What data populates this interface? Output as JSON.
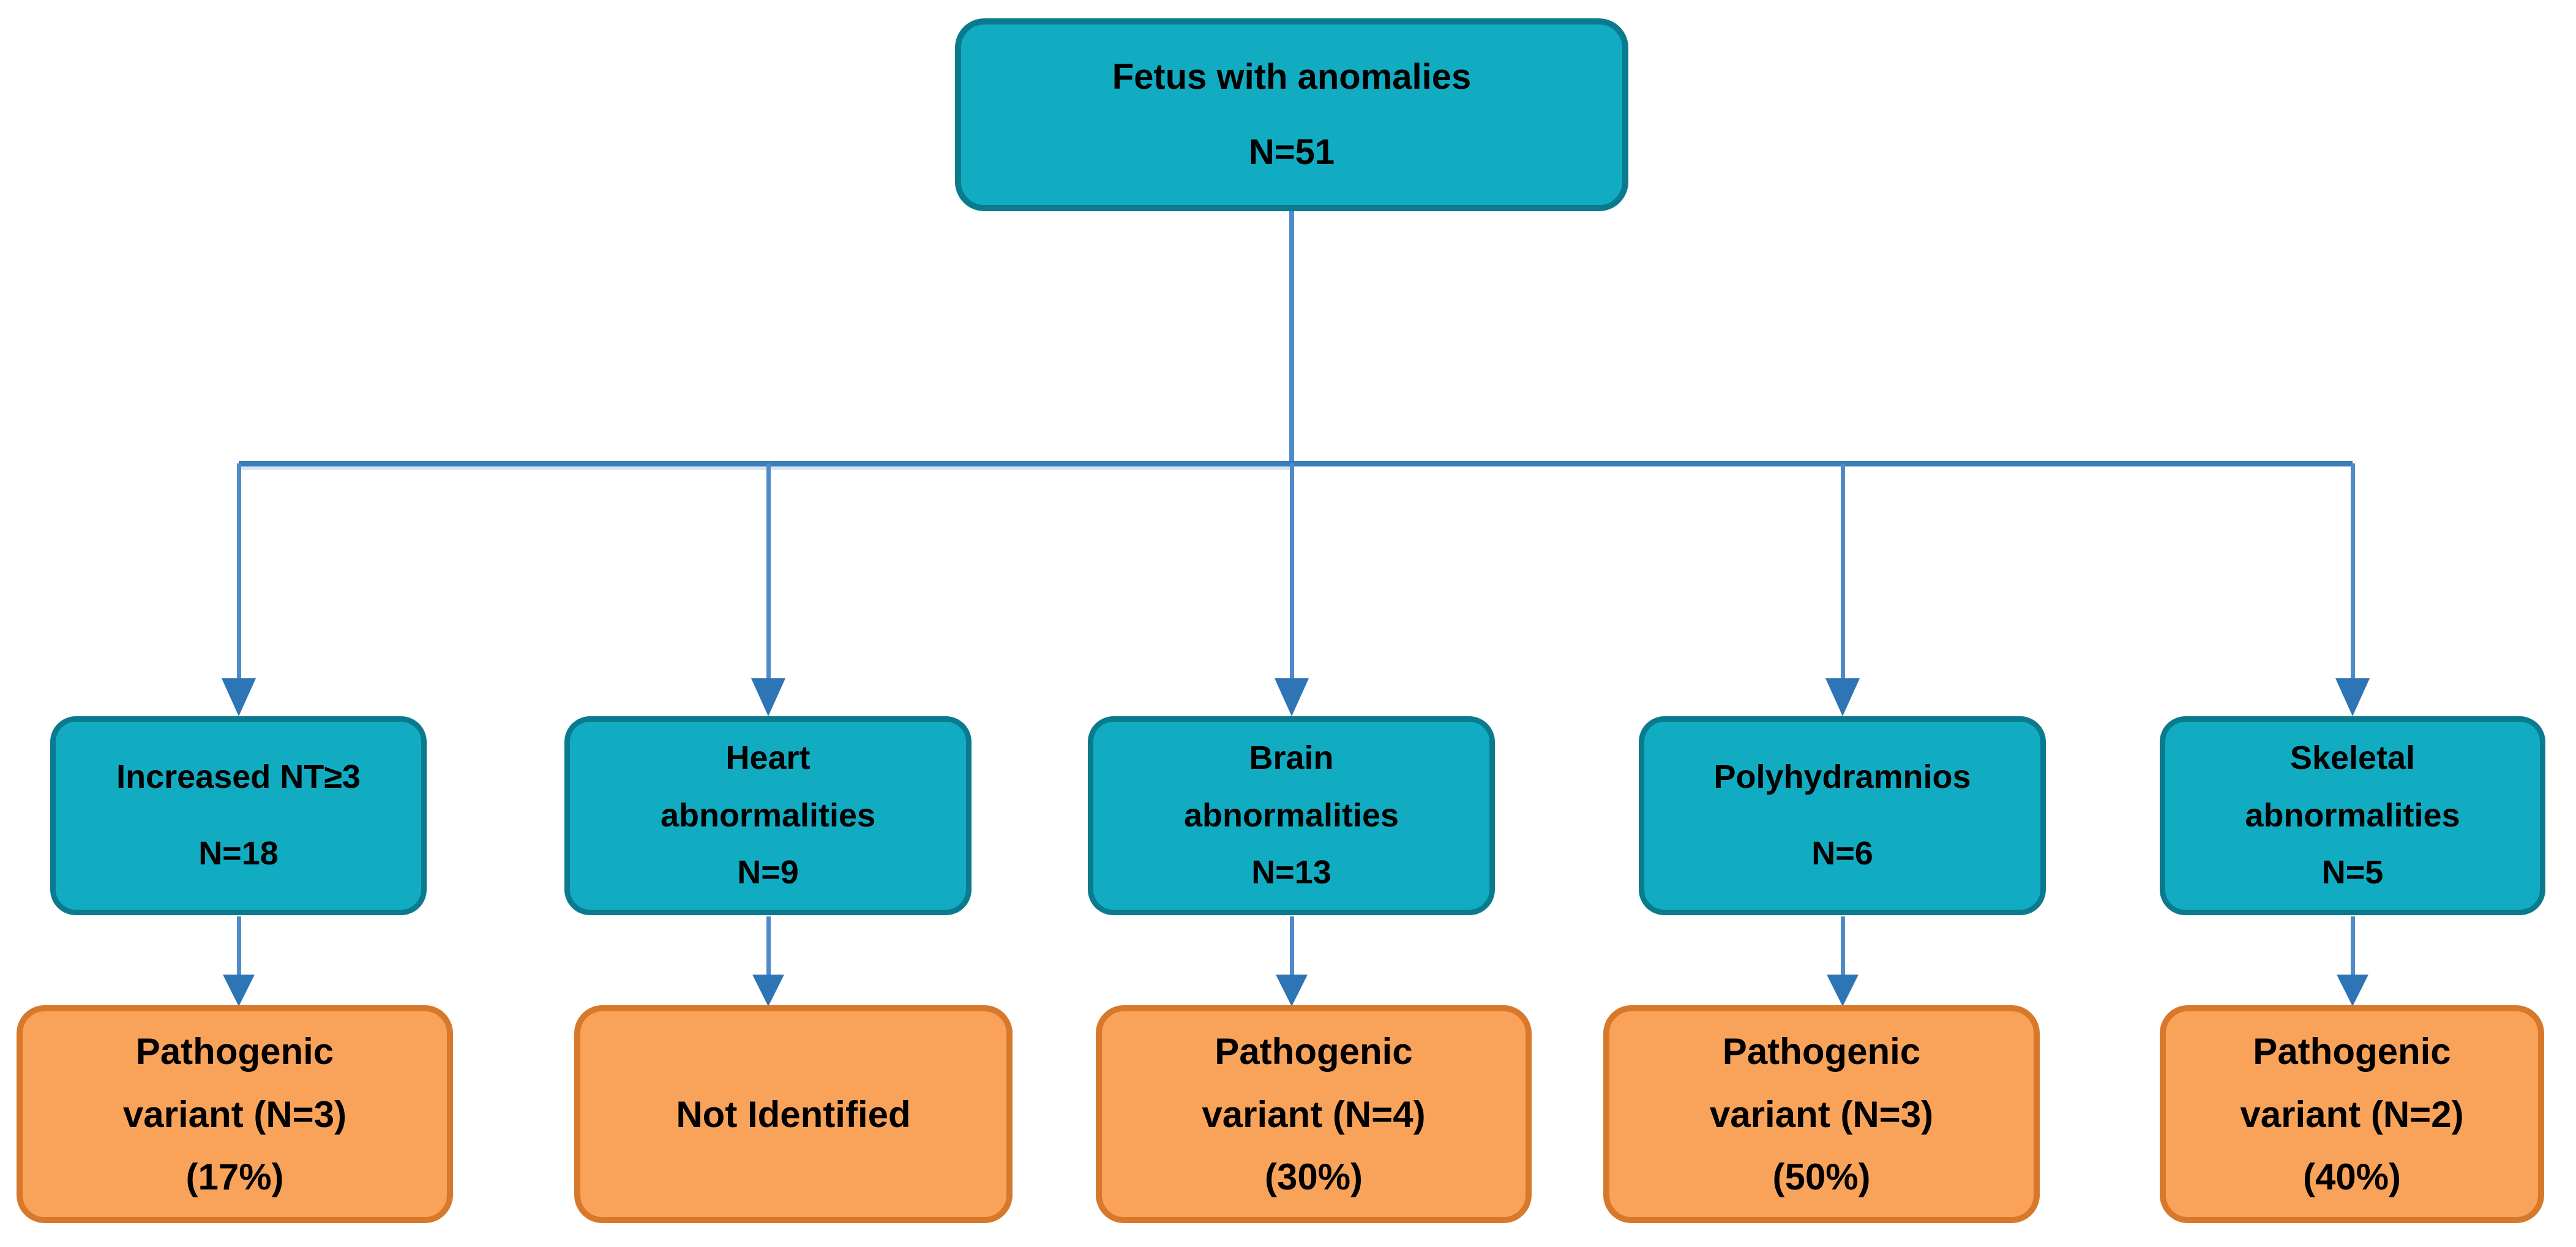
{
  "colors": {
    "teal_fill": "#12ACC2",
    "teal_border": "#0A7A8E",
    "orange_fill": "#F9A35A",
    "orange_border": "#D8782B",
    "arrowhead": "#2E75B6",
    "stem": "#4E8BC8",
    "trunk": "#3A7DBC",
    "trunk_light": "#D9E6F4",
    "text": "#000000"
  },
  "root": {
    "lines": [
      "Fetus with anomalies",
      "N=51"
    ]
  },
  "branches": [
    {
      "name": "increased-nt",
      "teal": [
        "Increased NT≥3",
        "N=18"
      ],
      "orange": [
        "Pathogenic",
        "variant (N=3)",
        "(17%)"
      ]
    },
    {
      "name": "heart-abnormalities",
      "teal": [
        "Heart",
        "abnormalities",
        "N=9"
      ],
      "orange": [
        "Not Identified"
      ]
    },
    {
      "name": "brain-abnormalities",
      "teal": [
        "Brain",
        "abnormalities",
        "N=13"
      ],
      "orange": [
        "Pathogenic",
        "variant (N=4)",
        "(30%)"
      ]
    },
    {
      "name": "polyhydramnios",
      "teal": [
        "Polyhydramnios",
        "N=6"
      ],
      "orange": [
        "Pathogenic",
        "variant (N=3)",
        "(50%)"
      ]
    },
    {
      "name": "skeletal-abnormalities",
      "teal": [
        "Skeletal",
        "abnormalities",
        "N=5"
      ],
      "orange": [
        "Pathogenic",
        "variant (N=2)",
        "(40%)"
      ]
    }
  ]
}
